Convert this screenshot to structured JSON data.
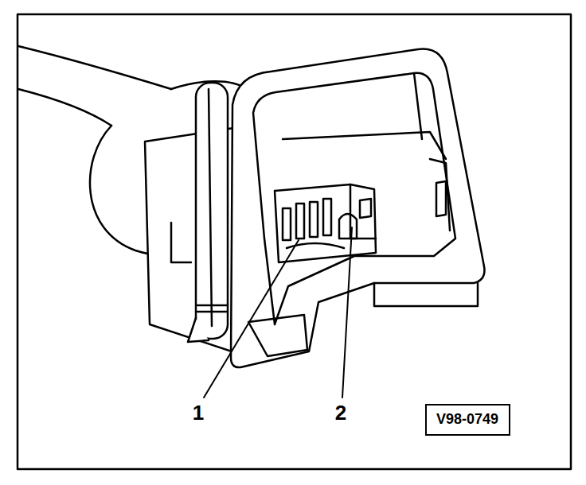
{
  "diagram": {
    "nodes": [
      {
        "text": [
          "V98-0749"
        ]
      }
    ],
    "labels": [
      "1",
      "2"
    ]
  }
}
